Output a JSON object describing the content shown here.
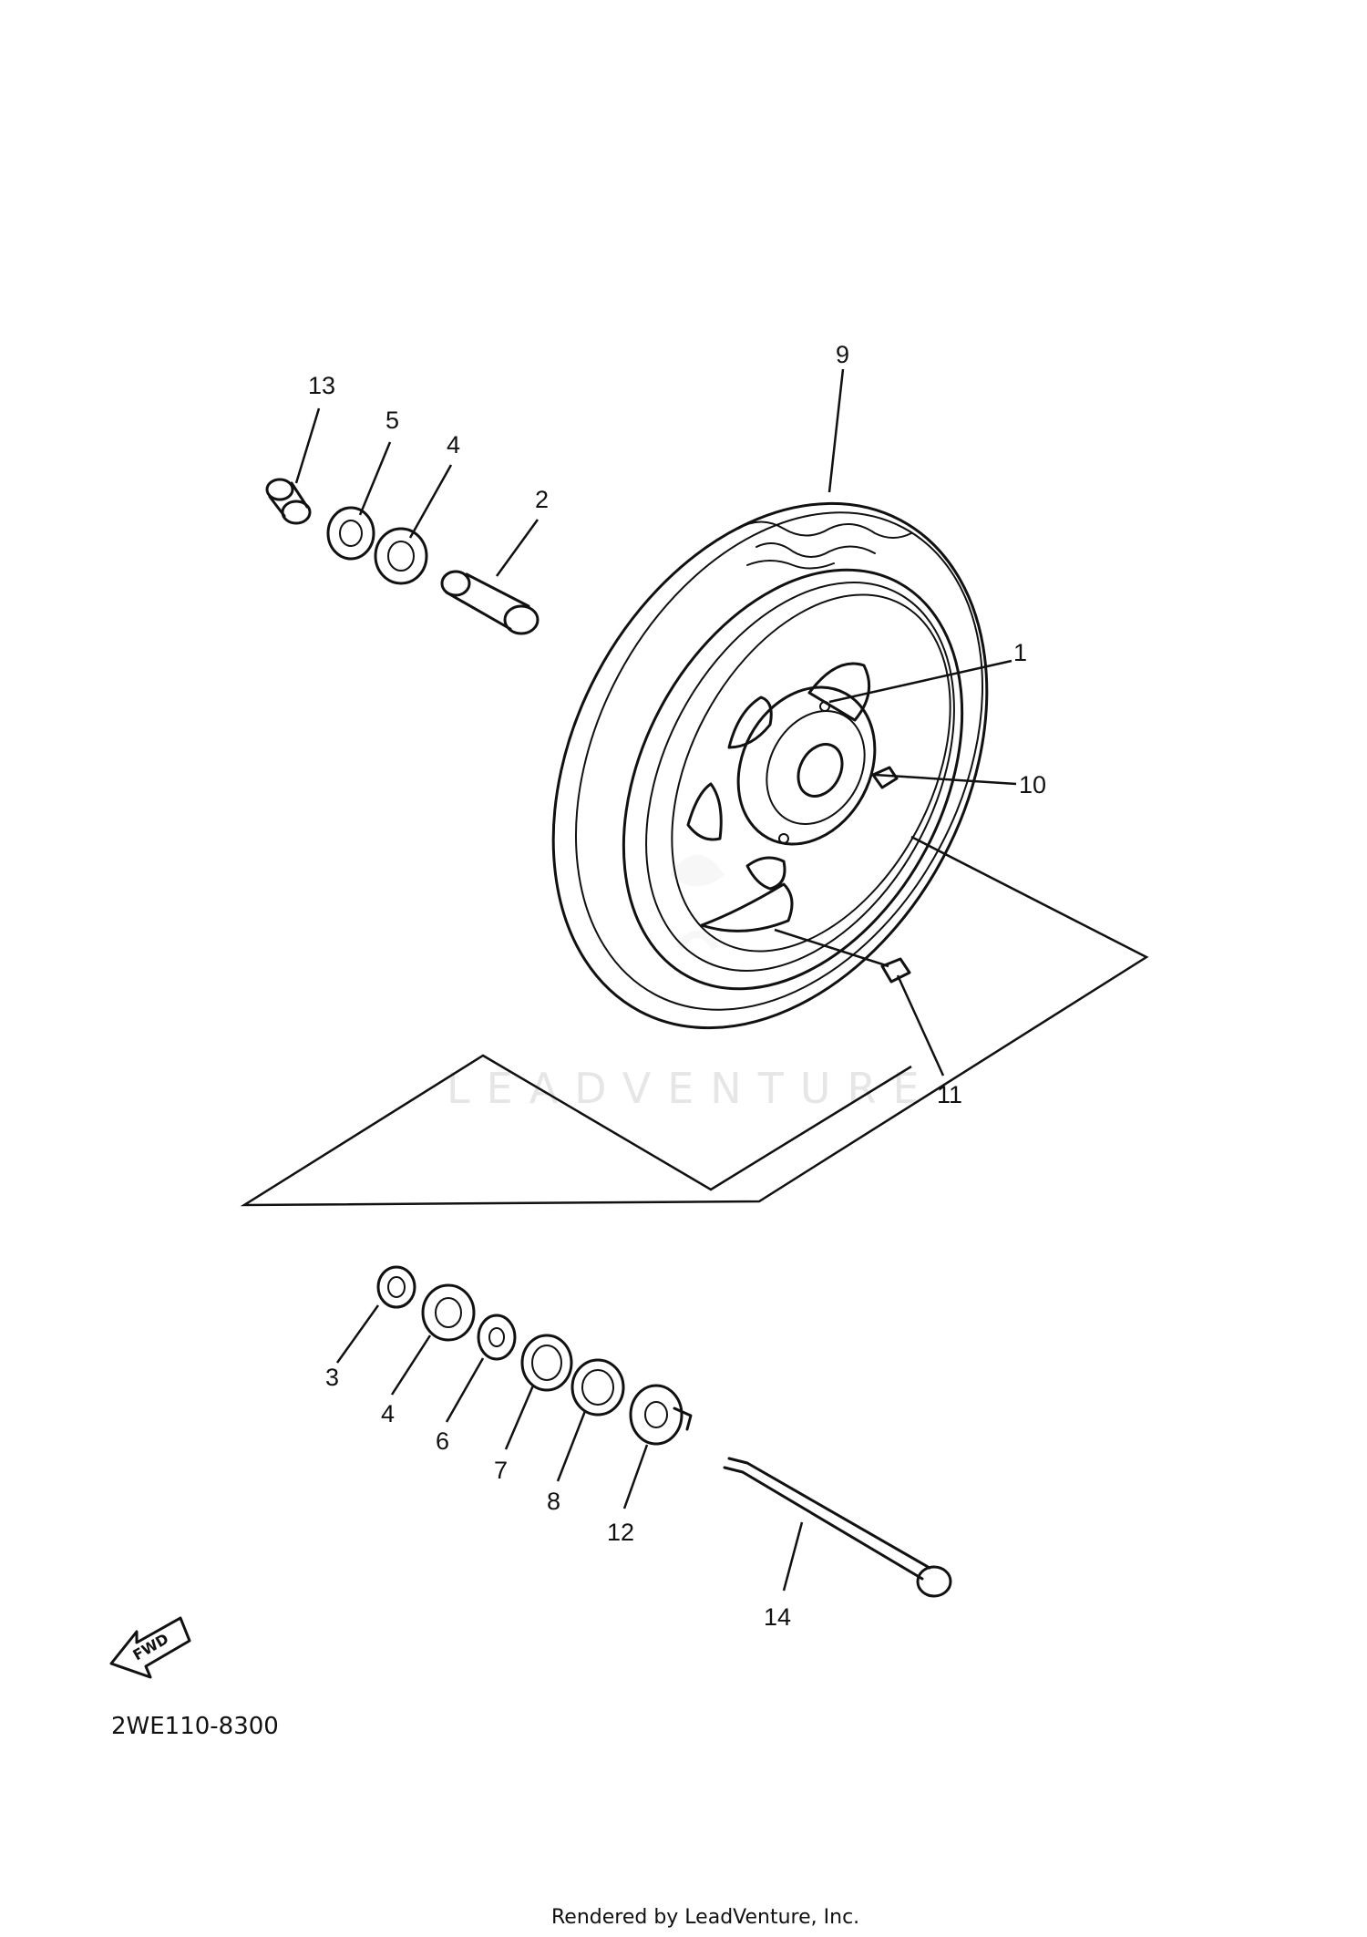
{
  "watermark": "LEADVENTURE",
  "diagram_code": "2WE110-8300",
  "footer": "Rendered by LeadVenture, Inc.",
  "fwd_label": "FWD",
  "callouts": {
    "c1": "1",
    "c2": "2",
    "c3": "3",
    "c4a": "4",
    "c4b": "4",
    "c5": "5",
    "c6": "6",
    "c7": "7",
    "c8": "8",
    "c9": "9",
    "c10": "10",
    "c11": "11",
    "c12": "12",
    "c13": "13",
    "c14": "14"
  }
}
